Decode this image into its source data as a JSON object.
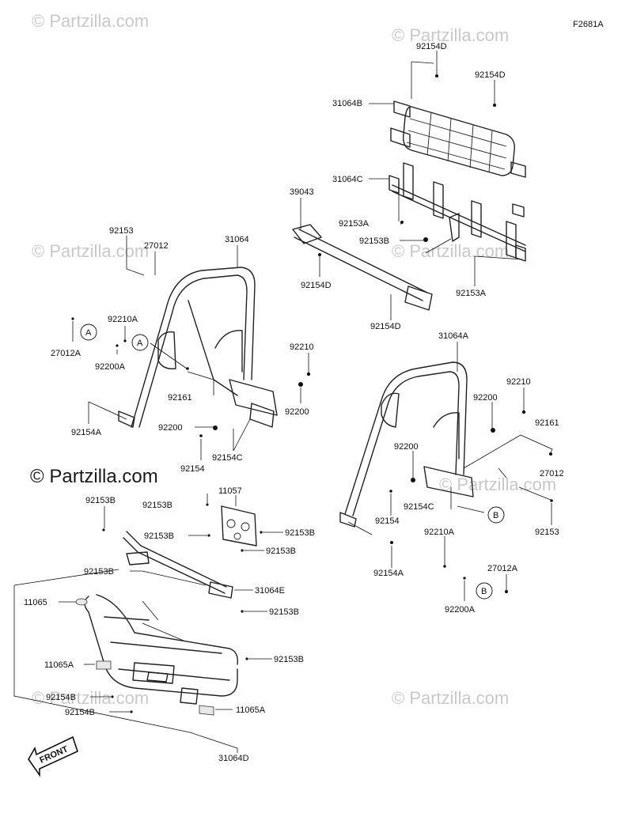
{
  "figure_code": "F2681A",
  "watermarks": [
    "© Partzilla.com",
    "© Partzilla.com",
    "© Partzilla.com",
    "© Partzilla.com",
    "© Partzilla.com",
    "© Partzilla.com",
    "© Partzilla.com"
  ],
  "watermark_main": "© Partzilla.com",
  "front_arrow_text": "FRONT",
  "callouts": {
    "A1": "A",
    "A2": "A",
    "B1": "B",
    "B2": "B"
  },
  "labels": {
    "l01": "92154D",
    "l02": "92154D",
    "l03": "31064B",
    "l04": "31064C",
    "l05": "39043",
    "l06": "92153A",
    "l07": "92153B",
    "l08": "92154D",
    "l09": "92153A",
    "l10": "92154D",
    "l11": "92153",
    "l12": "27012",
    "l13": "31064",
    "l14": "92210A",
    "l15": "27012A",
    "l16": "92200A",
    "l17": "92210",
    "l18": "92161",
    "l19": "92200",
    "l20": "92154A",
    "l21": "92200",
    "l22": "92154C",
    "l23": "92154",
    "l24": "31064A",
    "l25": "92210",
    "l26": "92200",
    "l27": "92161",
    "l28": "92200",
    "l29": "27012",
    "l30": "92154C",
    "l31": "92154",
    "l32": "92153",
    "l33": "92210A",
    "l34": "92154A",
    "l35": "27012A",
    "l36": "92200A",
    "l37": "92153B",
    "l38": "11057",
    "l39": "92153B",
    "l40": "92153B",
    "l41": "92153B",
    "l42": "92153B",
    "l43": "92153B",
    "l44": "31064E",
    "l45": "92153B",
    "l46": "11065",
    "l47": "92153B",
    "l48": "11065A",
    "l49": "92154B",
    "l50": "92154B",
    "l51": "11065A",
    "l52": "31064D"
  }
}
